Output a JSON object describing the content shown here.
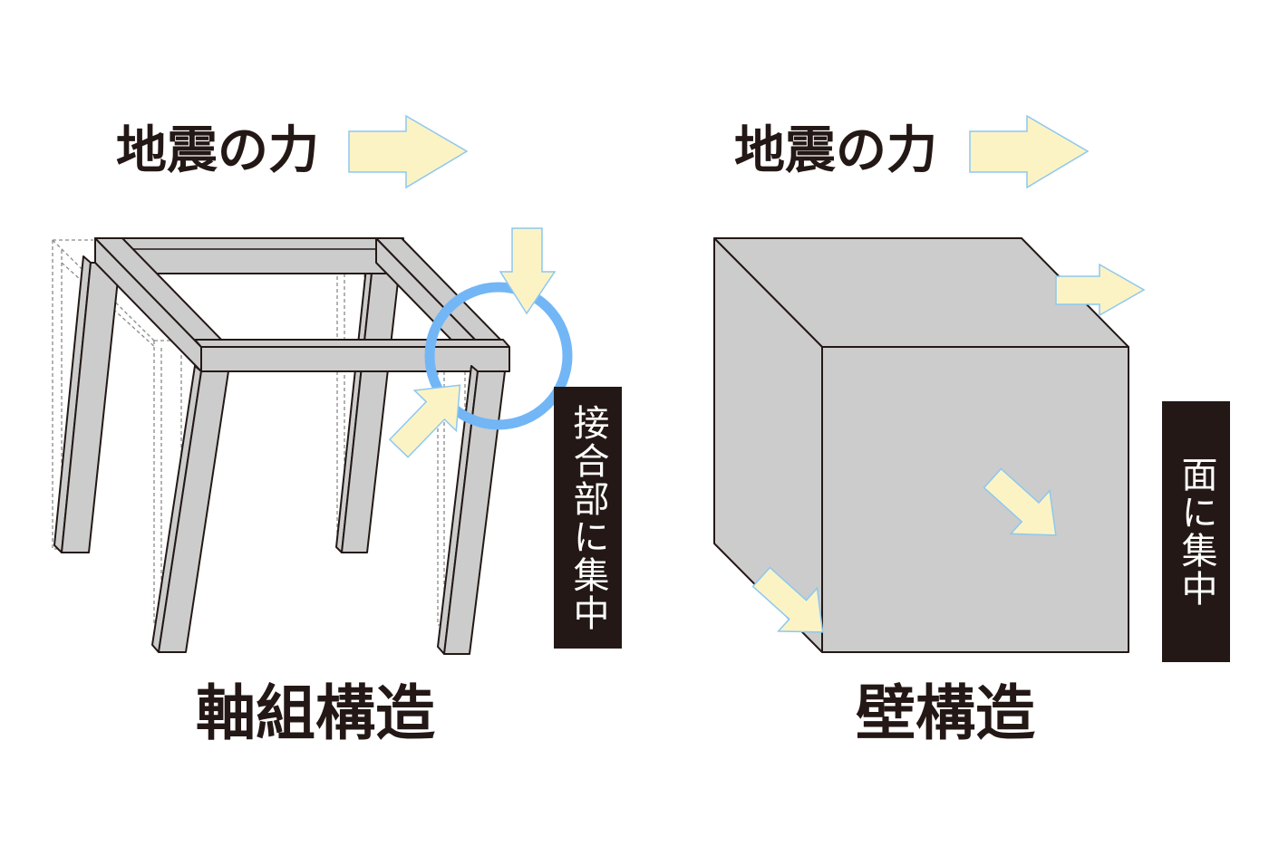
{
  "left_panel": {
    "force_label": "地震の力",
    "title": "軸組構造",
    "callout": "接合部に集中"
  },
  "right_panel": {
    "force_label": "地震の力",
    "title": "壁構造",
    "callout": "面に集中"
  },
  "colors": {
    "text": "#231815",
    "arrow_fill": "#FCF3C5",
    "arrow_stroke": "#8CC8F0",
    "highlight_circle": "#72B6F6",
    "structure_fill": "#CCCCCC",
    "callout_bg": "#231815",
    "callout_text": "#FFFFFF"
  }
}
